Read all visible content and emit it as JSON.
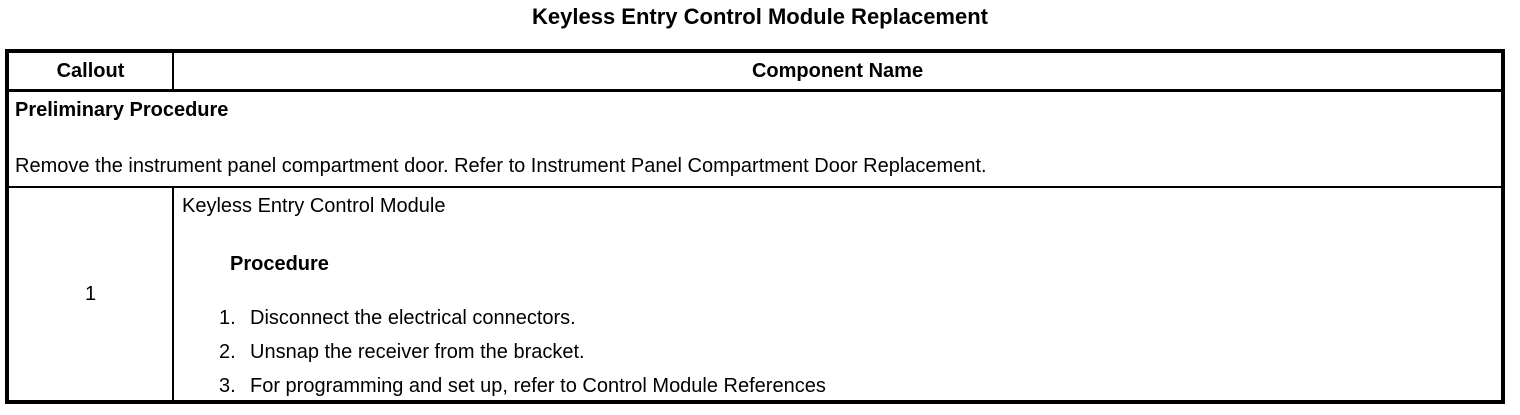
{
  "title": "Keyless Entry Control Module Replacement",
  "table": {
    "header": {
      "callout": "Callout",
      "component_name": "Component Name"
    },
    "preliminary": {
      "heading": "Preliminary Procedure",
      "text": "Remove the instrument panel compartment door. Refer to Instrument Panel Compartment Door Replacement."
    },
    "main_row": {
      "callout": "1",
      "component_name": "Keyless Entry Control Module",
      "procedure_heading": "Procedure",
      "steps": [
        {
          "num": "1.",
          "text": "Disconnect the electrical connectors."
        },
        {
          "num": "2.",
          "text": "Unsnap the receiver from the bracket."
        },
        {
          "num": "3.",
          "text": "For programming and set up, refer to Control Module References"
        }
      ]
    }
  }
}
